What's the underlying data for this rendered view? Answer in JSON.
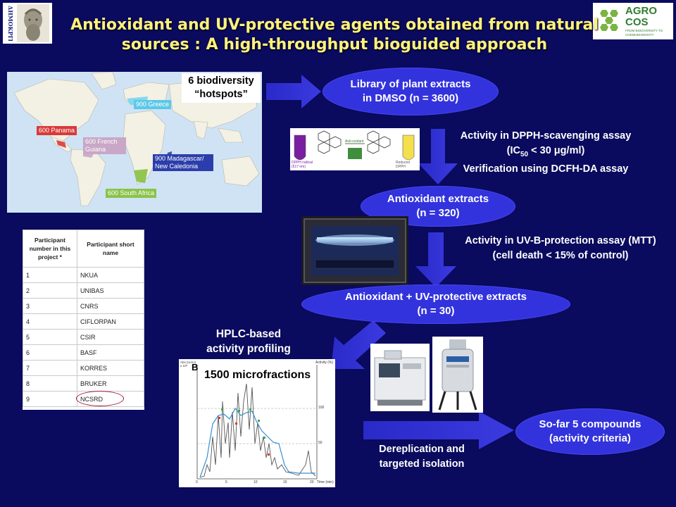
{
  "title": {
    "line1": "Antioxidant and UV-protective agents obtained from natural",
    "line2": "sources : A high-throughput bioguided approach"
  },
  "logos": {
    "left_logo_text": "ΔΗΜΟΚΡΙΤΟΣ",
    "right_logo_text": "AGRO COS",
    "right_logo_tagline": "FROM BIODIVERSITY TO CHEMODIVERSITY",
    "right_logo_color": "#2e7d32"
  },
  "map": {
    "caption_line1": "6 biodiversity",
    "caption_line2": "“hotspots”",
    "labels": [
      {
        "text": "900 Greece",
        "color": "#5cc8e8"
      },
      {
        "text": "600 Panama",
        "color": "#d83a3a"
      },
      {
        "text": "600 French Guiana",
        "color": "#c9a7c7"
      },
      {
        "text": "900 Madagascar/ New Caledonia",
        "color": "#2c3eab"
      },
      {
        "text": "600 South Africa",
        "color": "#8bc34a"
      }
    ]
  },
  "flow": {
    "library": {
      "line1": "Library of plant extracts",
      "line2": "in DMSO (n = 3600)"
    },
    "step1": {
      "line1": "Activity in DPPH-scavenging assay",
      "line2_prefix": "(IC",
      "line2_sub": "50",
      "line2_suffix": " < 30 μg/ml)",
      "line3": "Verification using DCFH-DA assay"
    },
    "antioxidant": {
      "line1": "Antioxidant extracts",
      "line2": "(n = 320)"
    },
    "step2": {
      "line1": "Activity in UV-B-protection assay (MTT)",
      "line2": "(cell death < 15% of control)"
    },
    "combined": {
      "line1": "Antioxidant + UV-protective extracts",
      "line2": "(n = 30)"
    },
    "hplc_label": {
      "line1": "HPLC-based",
      "line2": "activity profiling"
    },
    "microfractions": "1500 microfractions",
    "dereplication": {
      "line1": "Dereplication and",
      "line2": "targeted isolation"
    },
    "compounds": {
      "line1": "So-far 5 compounds",
      "line2": "(activity criteria)"
    }
  },
  "dpph_image": {
    "radical_label": "DPPH radical (517 nm)",
    "antioxidant_label": "Anti-oxidant",
    "reduced_label": "Reduced DPPH"
  },
  "participants_table": {
    "headers": [
      "Participant number in this project *",
      "Participant short name"
    ],
    "rows": [
      [
        "1",
        "NKUA"
      ],
      [
        "2",
        "UNIBAS"
      ],
      [
        "3",
        "CNRS"
      ],
      [
        "4",
        "CIFLORPAN"
      ],
      [
        "5",
        "CSIR"
      ],
      [
        "6",
        "BASF"
      ],
      [
        "7",
        "KORRES"
      ],
      [
        "8",
        "BRUKER"
      ],
      [
        "9",
        "NCSRD"
      ]
    ],
    "highlight_color": "#9b1c3c"
  },
  "hplc_plot": {
    "panel_label": "B",
    "y_axis_label": "Abs (mAU) x 10²",
    "right_axis_label": "Activity (%)",
    "x_axis_label": "Time (min)",
    "right_ticks": [
      "100",
      "50"
    ],
    "x_ticks": [
      "0",
      "5",
      "10",
      "15",
      "20"
    ]
  },
  "colors": {
    "background": "#0a0a5e",
    "ellipse": "#3333dd",
    "arrow": "#3030d0",
    "title": "#fff27a"
  }
}
